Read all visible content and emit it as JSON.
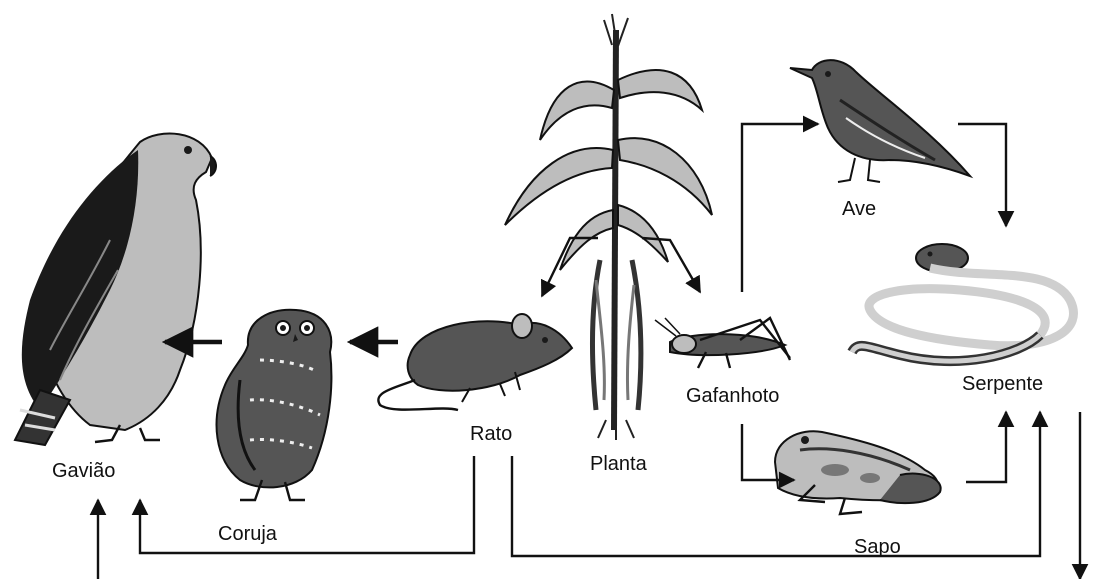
{
  "labels": {
    "gaviao": "Gavião",
    "coruja": "Coruja",
    "rato": "Rato",
    "planta": "Planta",
    "gafanhoto": "Gafanhoto",
    "ave": "Ave",
    "serpente": "Serpente",
    "sapo": "Sapo"
  },
  "organisms": [
    {
      "id": "planta",
      "icon": "corn-plant-icon"
    },
    {
      "id": "rato",
      "icon": "mouse-icon"
    },
    {
      "id": "gafanhoto",
      "icon": "grasshopper-icon"
    },
    {
      "id": "ave",
      "icon": "bird-icon"
    },
    {
      "id": "serpente",
      "icon": "snake-icon"
    },
    {
      "id": "sapo",
      "icon": "frog-icon"
    },
    {
      "id": "coruja",
      "icon": "owl-icon"
    },
    {
      "id": "gaviao",
      "icon": "hawk-icon"
    }
  ],
  "links": [
    {
      "from": "planta",
      "to": "rato"
    },
    {
      "from": "planta",
      "to": "gafanhoto"
    },
    {
      "from": "gafanhoto",
      "to": "ave"
    },
    {
      "from": "gafanhoto",
      "to": "sapo"
    },
    {
      "from": "ave",
      "to": "serpente"
    },
    {
      "from": "sapo",
      "to": "serpente"
    },
    {
      "from": "rato",
      "to": "serpente"
    },
    {
      "from": "rato",
      "to": "coruja"
    },
    {
      "from": "coruja",
      "to": "gaviao"
    },
    {
      "from": "rato",
      "to": "gaviao"
    },
    {
      "from": "serpente",
      "to": "gaviao"
    }
  ]
}
